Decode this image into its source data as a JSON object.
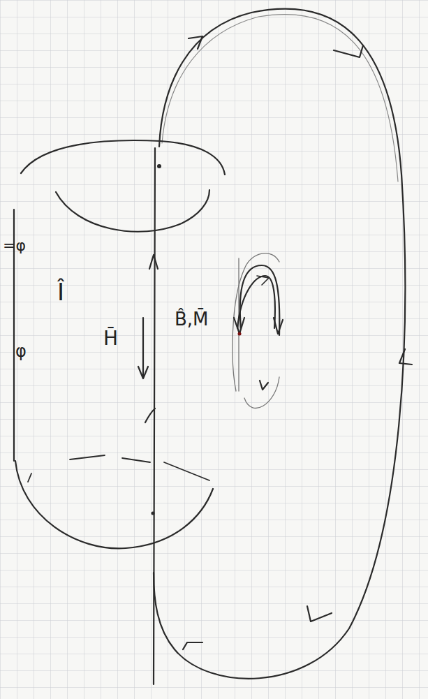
{
  "diagram": {
    "labels": [
      "=φ",
      "φ",
      "Î",
      "H̄",
      "B̂,M̄"
    ]
  }
}
